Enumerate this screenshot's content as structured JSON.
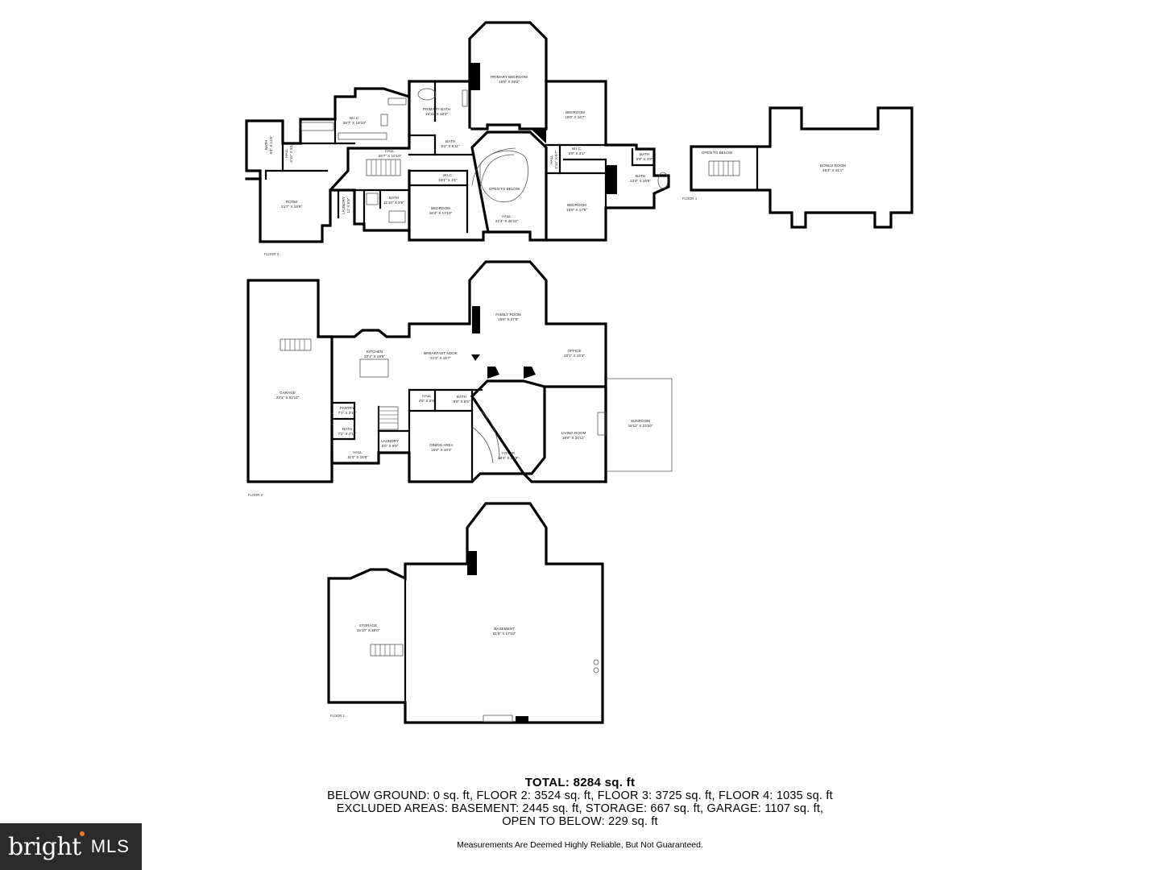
{
  "floors": {
    "floor3": {
      "label": "FLOOR 3",
      "rooms": [
        {
          "name": "PRIMARY BEDROOM",
          "dims": "19'5\" X 29'2\""
        },
        {
          "name": "PRIMARY BATH",
          "dims": "15'11\" X 19'3\""
        },
        {
          "name": "W.I.C.",
          "dims": "28'7\" X 18'10\""
        },
        {
          "name": "HALL",
          "dims": "29'7\" X 10'10\""
        },
        {
          "name": "BATH",
          "dims": "6'4\" X 5'11\""
        },
        {
          "name": "W.I.C.",
          "dims": "10'1\" X 3'1\""
        },
        {
          "name": "OPEN TO BELOW",
          "dims": ""
        },
        {
          "name": "HALL",
          "dims": "21'4\" X 25'11\""
        },
        {
          "name": "BEDROOM",
          "dims": "16'4\" X 17'10\""
        },
        {
          "name": "BATH",
          "dims": "11'10\" X 8'6\""
        },
        {
          "name": "LAUNDRY",
          "dims": "11' X 5'8\""
        },
        {
          "name": "ROOM",
          "dims": "21'7\" X 18'8\""
        },
        {
          "name": "BATH",
          "dims": "9'4\" X 11'8\""
        },
        {
          "name": "HALL",
          "dims": "3'10\" X 6'1\""
        },
        {
          "name": "BEDROOM",
          "dims": "16'0\" X 16'7\""
        },
        {
          "name": "W.I.C.",
          "dims": "6'9\" X 3'1\""
        },
        {
          "name": "HALL",
          "dims": "4'10\" X 6'7\""
        },
        {
          "name": "BEDROOM",
          "dims": "15'8\" X 17'9\""
        },
        {
          "name": "BATH",
          "dims": "13'4\" X 16'6\""
        },
        {
          "name": "BATH",
          "dims": "5'9\" X 4'8\""
        }
      ]
    },
    "floor4": {
      "label": "FLOOR 4",
      "rooms": [
        {
          "name": "OPEN TO BELOW",
          "dims": ""
        },
        {
          "name": "BONUS ROOM",
          "dims": "45'3\" X 31'1\""
        }
      ]
    },
    "floor2": {
      "label": "FLOOR 2",
      "rooms": [
        {
          "name": "GARAGE",
          "dims": "22'1\" X 52'11\""
        },
        {
          "name": "KITCHEN",
          "dims": "20'1\" X 19'5\""
        },
        {
          "name": "BREAKFAST NOOK",
          "dims": "22'3\" X 16'7\""
        },
        {
          "name": "FAMILY ROOM",
          "dims": "19'5\" X 27'9\""
        },
        {
          "name": "OFFICE",
          "dims": "20'1\" X 16'4\""
        },
        {
          "name": "PANTRY",
          "dims": "7'1\" X 3'11\""
        },
        {
          "name": "BATH",
          "dims": "7'1\" X 4'11\""
        },
        {
          "name": "HALL",
          "dims": "4'5\" X 6'9\""
        },
        {
          "name": "BATH",
          "dims": "9'6\" X 6'5\""
        },
        {
          "name": "LAUNDRY",
          "dims": "6'5\" X 9'8\""
        },
        {
          "name": "HALL",
          "dims": "11'0\" X 15'9\""
        },
        {
          "name": "DINING AREA",
          "dims": "16'4\" X 18'4\""
        },
        {
          "name": "FOYER",
          "dims": "18'4\" X 29'9\""
        },
        {
          "name": "LIVING ROOM",
          "dims": "19'6\" X 24'11\""
        },
        {
          "name": "SUNROOM",
          "dims": "16'11\" X 23'10\""
        }
      ]
    },
    "floor1": {
      "label": "FLOOR 1",
      "rooms": [
        {
          "name": "STORAGE",
          "dims": "19'10\" X 35'0\""
        },
        {
          "name": "BASEMENT",
          "dims": "51'8\" X 57'10\""
        }
      ]
    }
  },
  "summary": {
    "total": "TOTAL: 8284 sq. ft",
    "line1": "BELOW GROUND: 0 sq. ft, FLOOR 2: 3524 sq. ft, FLOOR 3: 3725 sq. ft, FLOOR 4: 1035 sq. ft",
    "line2": "EXCLUDED AREAS: BASEMENT: 2445 sq. ft, STORAGE: 667 sq. ft, GARAGE: 1107 sq. ft,",
    "line3": "OPEN TO BELOW: 229 sq. ft",
    "note": "Measurements Are Deemed Highly Reliable, But Not Guaranteed."
  },
  "logo": {
    "brand": "bright",
    "suffix": "MLS",
    "dot_color": "#f07a2a",
    "bg_color": "#2b2b2b"
  }
}
